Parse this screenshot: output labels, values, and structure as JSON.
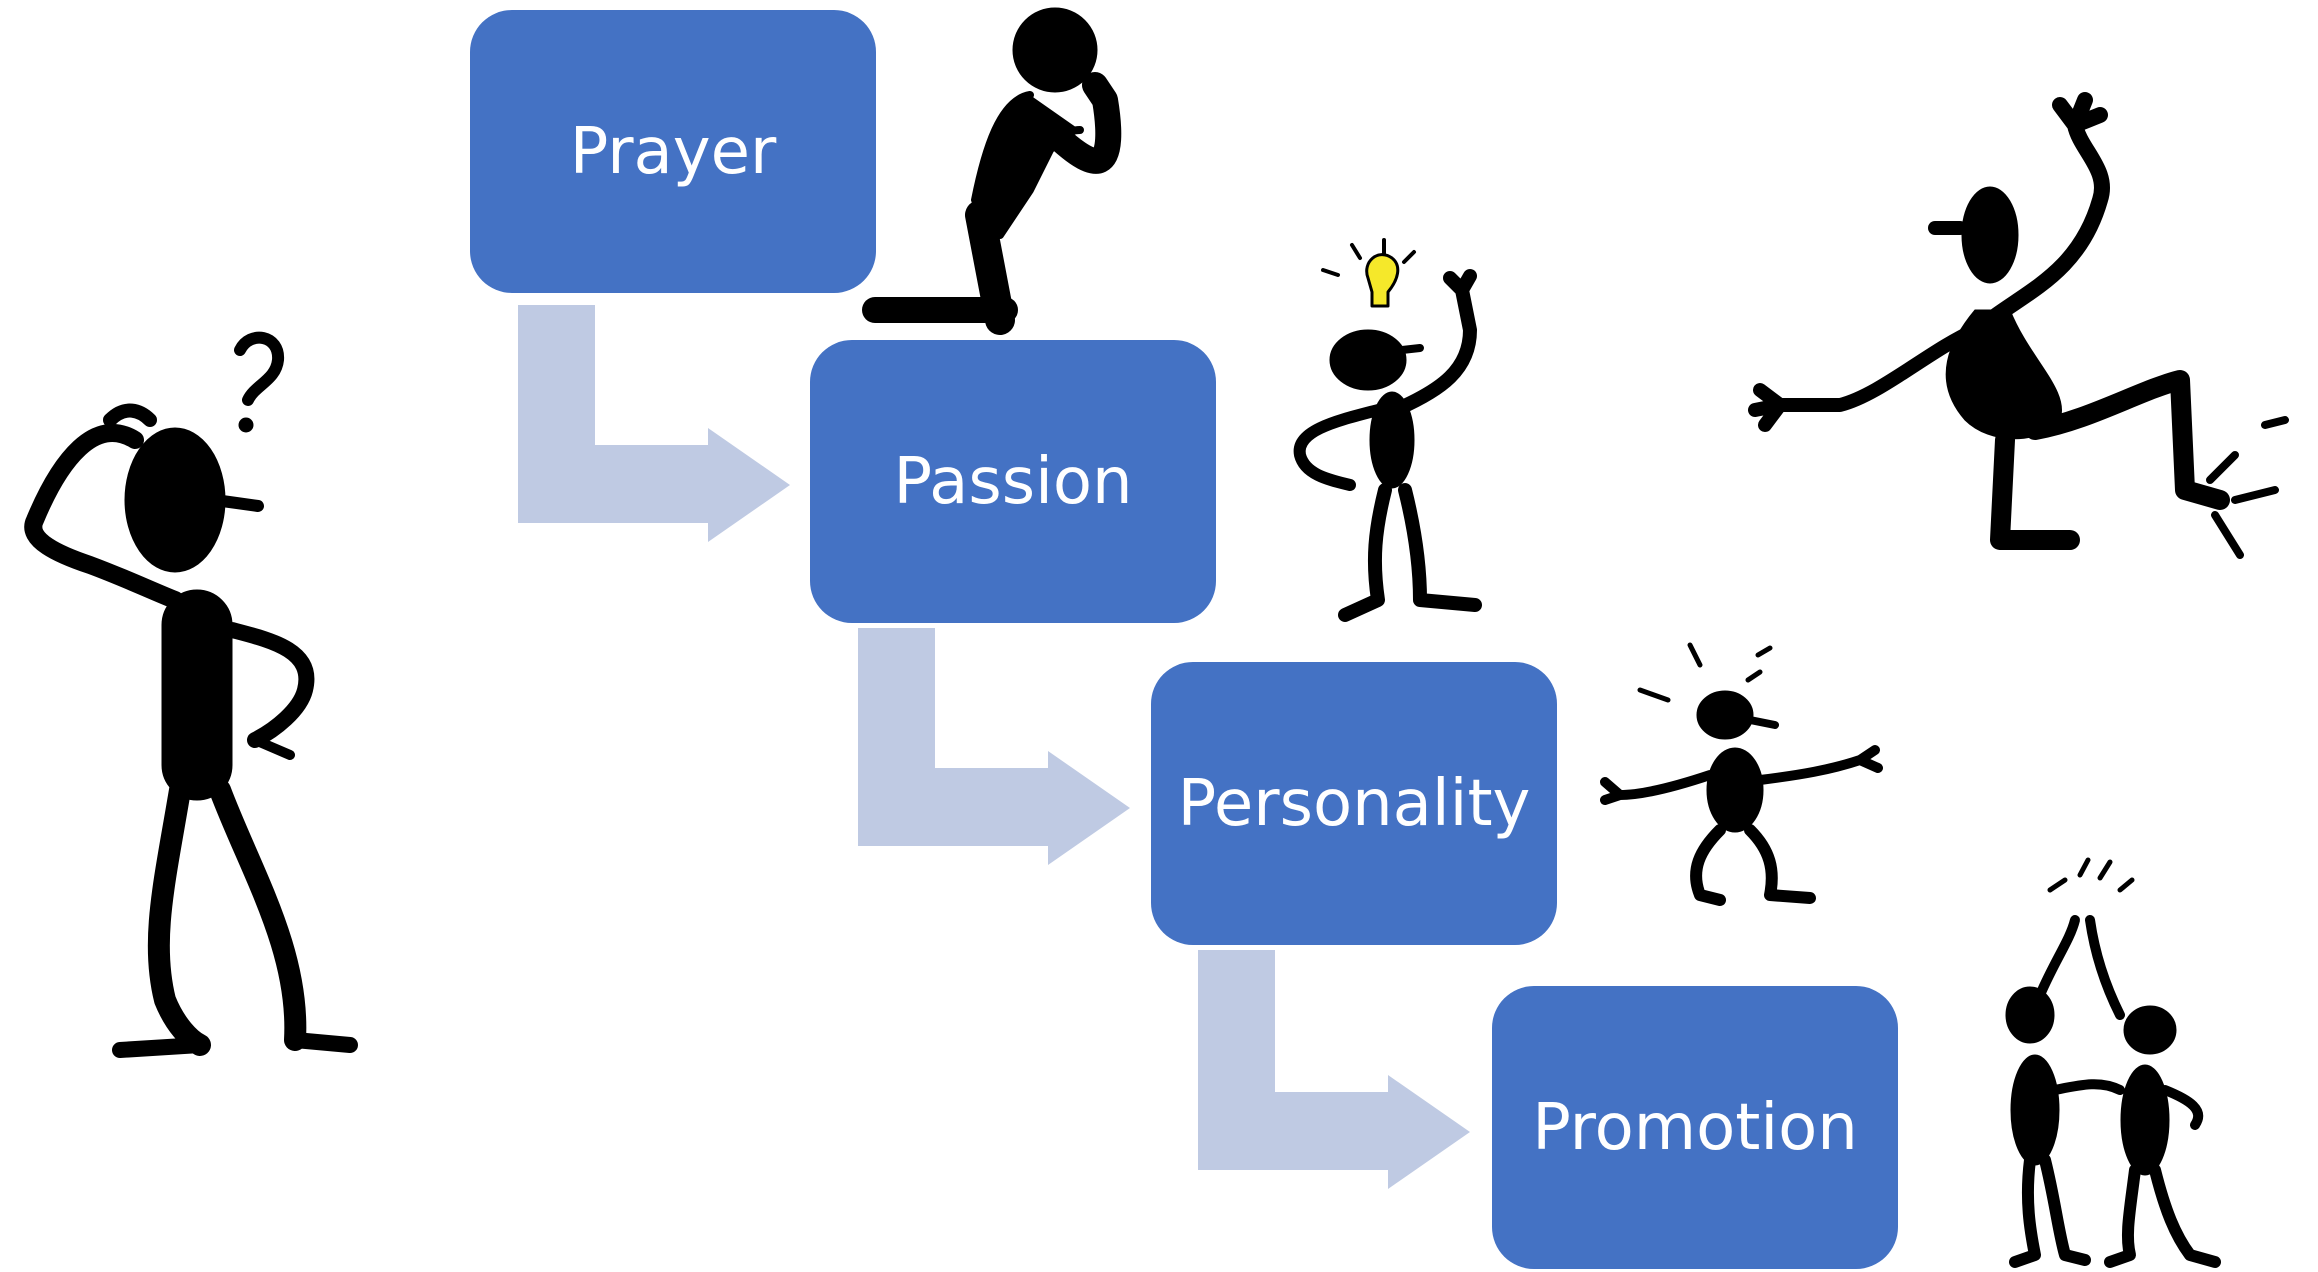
{
  "steps": [
    {
      "label": "Prayer"
    },
    {
      "label": "Passion"
    },
    {
      "label": "Personality"
    },
    {
      "label": "Promotion"
    }
  ],
  "colors": {
    "box_fill": "#4472c4",
    "box_text": "#ffffff",
    "arrow_fill": "#bfcae3",
    "figure": "#000000",
    "lightbulb": "#f5e82a"
  },
  "icons": [
    "confused-stick-figure",
    "praying-figure",
    "idea-figure-lightbulb",
    "excited-figure",
    "leaping-figure",
    "high-five-figures"
  ]
}
